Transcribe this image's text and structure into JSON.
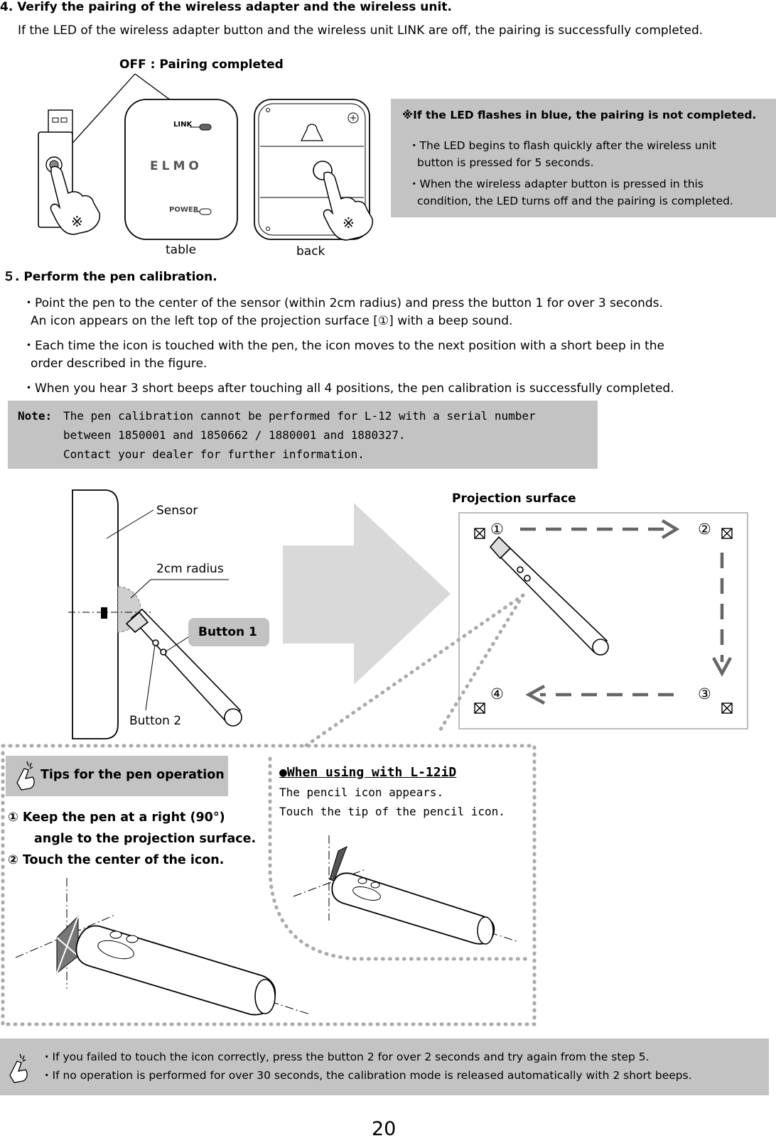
{
  "step4": {
    "title": "4. Verify the pairing of the wireless adapter and the wireless unit.",
    "body": "If the LED of the wireless adapter button and the wireless unit LINK are off, the pairing is successfully completed.",
    "callout": "OFF : Pairing completed",
    "label_table": "table",
    "label_back": "back",
    "device_logo": "ELMO",
    "link_label": "LINK",
    "power_label": "POWER",
    "mark": "※"
  },
  "notice": {
    "title": "※If the LED flashes in blue, the pairing is not completed.",
    "line1a": "・The LED begins to flash quickly after the wireless unit",
    "line1b": "button is pressed for 5 seconds.",
    "line2a": "・When the wireless adapter button is pressed in this",
    "line2b": "condition, the LED turns off and the pairing is completed."
  },
  "step5": {
    "title": "５. Perform the pen calibration.",
    "b1a": "・Point the pen to the center of the sensor (within 2cm radius) and press the button 1 for over 3 seconds.",
    "b1b": "An icon appears on the left top of the projection surface [①] with a beep sound.",
    "b2a": "・Each time the icon is touched with the pen, the icon moves to the next position with a short beep in the",
    "b2b": "order described in the figure.",
    "b3": "・When you hear 3 short beeps after touching all 4 positions, the pen calibration is successfully completed."
  },
  "note": {
    "label": "Note:",
    "line1": "The pen calibration cannot be performed for L-12 with a serial number",
    "line2": "between 1850001 and 1850662 / 1880001 and 1880327.",
    "line3": "Contact your dealer for further information."
  },
  "figure": {
    "sensor": "Sensor",
    "radius": "2cm radius",
    "button1": "Button 1",
    "button2": "Button 2",
    "projection_title": "Projection surface",
    "pos1": "①",
    "pos2": "②",
    "pos3": "③",
    "pos4": "④"
  },
  "tips": {
    "header": "Tips for the pen operation",
    "t1a": "①  Keep the pen at a right (90°)",
    "t1b": "angle to the projection surface.",
    "t2": "②  Touch the center of the icon.",
    "l12id_title": "●When using with L-12iD",
    "l12id_1": "The pencil icon appears.",
    "l12id_2": "Touch the tip of the pencil icon."
  },
  "bottom_note": {
    "line1": "・If you failed to touch the icon correctly, press the button 2 for over 2 seconds and try again from the step 5.",
    "line2": "・If no operation is performed for over 30 seconds, the calibration mode is released automatically with 2 short beeps."
  },
  "page_number": "20"
}
